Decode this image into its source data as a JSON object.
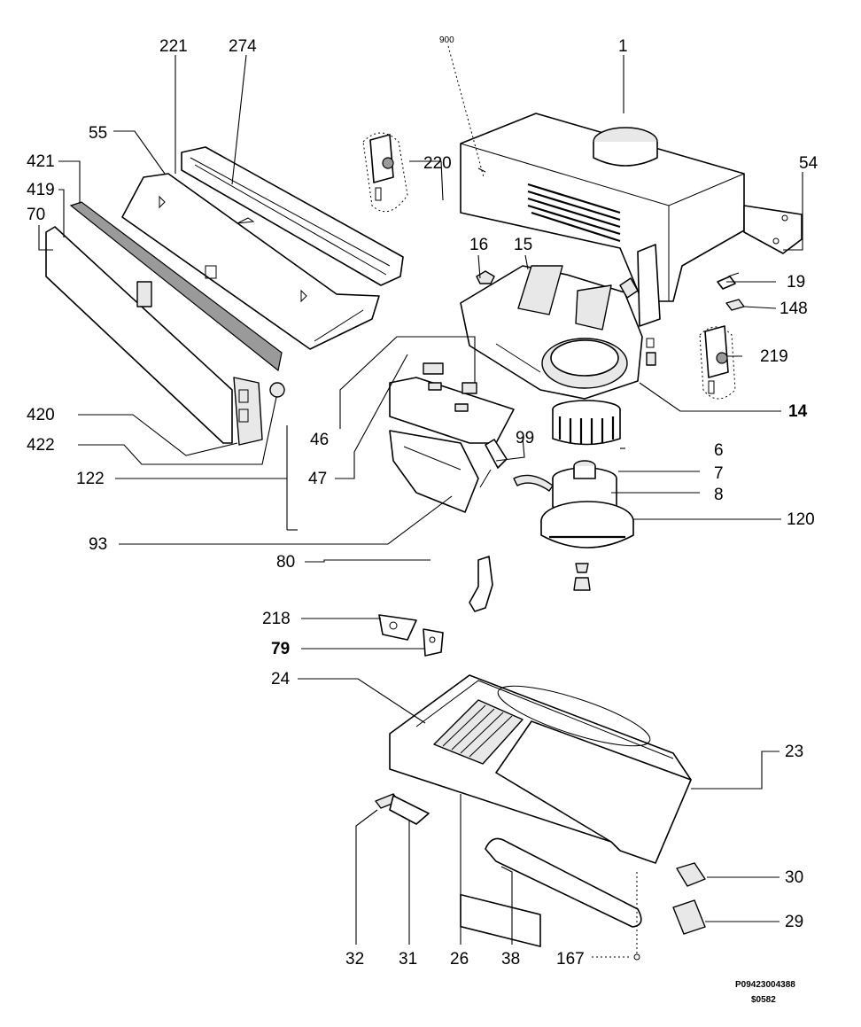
{
  "diagram": {
    "labels": {
      "p221": "221",
      "p274": "274",
      "p900": "900",
      "p1": "1",
      "p55": "55",
      "p421": "421",
      "p419": "419",
      "p70": "70",
      "p220": "220",
      "p54": "54",
      "p16": "16",
      "p15": "15",
      "p19": "19",
      "p148": "148",
      "p219": "219",
      "p14": "14",
      "p46": "46",
      "p420": "420",
      "p422": "422",
      "p99": "99",
      "p6": "6",
      "p7": "7",
      "p8": "8",
      "p122": "122",
      "p47": "47",
      "p120": "120",
      "p93": "93",
      "p80": "80",
      "p218": "218",
      "p79": "79",
      "p24": "24",
      "p23": "23",
      "p30": "30",
      "p29": "29",
      "p32": "32",
      "p31": "31",
      "p26": "26",
      "p38": "38",
      "p167": "167"
    },
    "footer": {
      "drawing_code": "P09423004388",
      "revision": "$0582"
    }
  }
}
